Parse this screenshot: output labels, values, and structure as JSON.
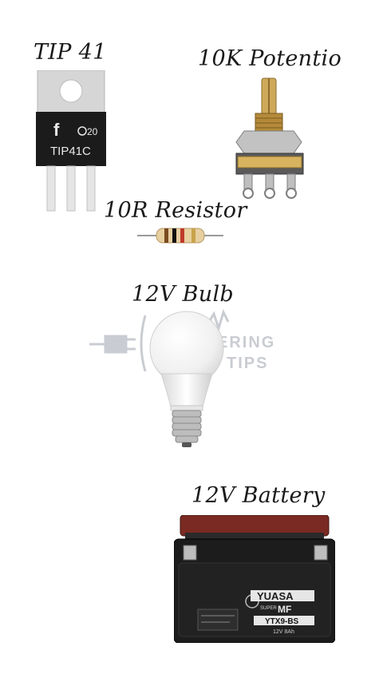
{
  "labels": {
    "tip41": "TIP 41",
    "potentiometer": "10K Potentio",
    "resistor": "10R Resistor",
    "bulb": "12V Bulb",
    "battery": "12V Battery"
  },
  "transistor": {
    "marking": "TIP41C",
    "code": "20"
  },
  "watermark": {
    "line1": "ERING",
    "line2": "TIPS"
  },
  "battery": {
    "brand": "YUASA",
    "sub_brand": "MF",
    "super": "SUPER",
    "model": "YTX9-BS",
    "voltage": "12V 8Ah"
  },
  "colors": {
    "transistor_body": "#1b1b1b",
    "transistor_tab": "#d9d9d9",
    "pot_brass": "#c9a24a",
    "battery_body": "#1c1c1c",
    "battery_lid": "#7a2a22",
    "yuasa_label": "#2a2a2a"
  }
}
